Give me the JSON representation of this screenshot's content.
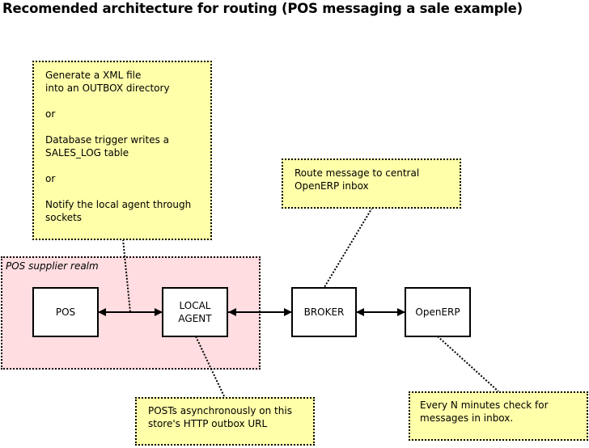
{
  "title": "Recomended architecture for routing (POS messaging a sale example)",
  "realm": {
    "label": "POS supplier realm",
    "fill": "#ffdde0"
  },
  "nodes": {
    "pos": {
      "label": "POS"
    },
    "local_agent": {
      "label_line1": "LOCAL",
      "label_line2": "AGENT"
    },
    "broker": {
      "label": "BROKER"
    },
    "openerp": {
      "label": "OpenERP"
    }
  },
  "notes": {
    "pos_note": {
      "lines": [
        "Generate a XML file",
        "into an OUTBOX directory",
        "",
        "or",
        "",
        "Database trigger writes a",
        "SALES_LOG table",
        "",
        "or",
        "",
        "Notify the local agent through",
        "sockets"
      ]
    },
    "broker_note": {
      "lines": [
        "Route message to central",
        "OpenERP inbox"
      ]
    },
    "agent_note": {
      "lines": [
        "POSTs asynchronously on this",
        "store's HTTP outbox URL"
      ]
    },
    "openerp_note": {
      "lines": [
        "Every N minutes check for",
        "messages in inbox."
      ]
    }
  },
  "colors": {
    "note_fill": "#ffffaa",
    "realm_fill": "#ffdde0",
    "node_fill": "#ffffff",
    "stroke": "#000000"
  }
}
